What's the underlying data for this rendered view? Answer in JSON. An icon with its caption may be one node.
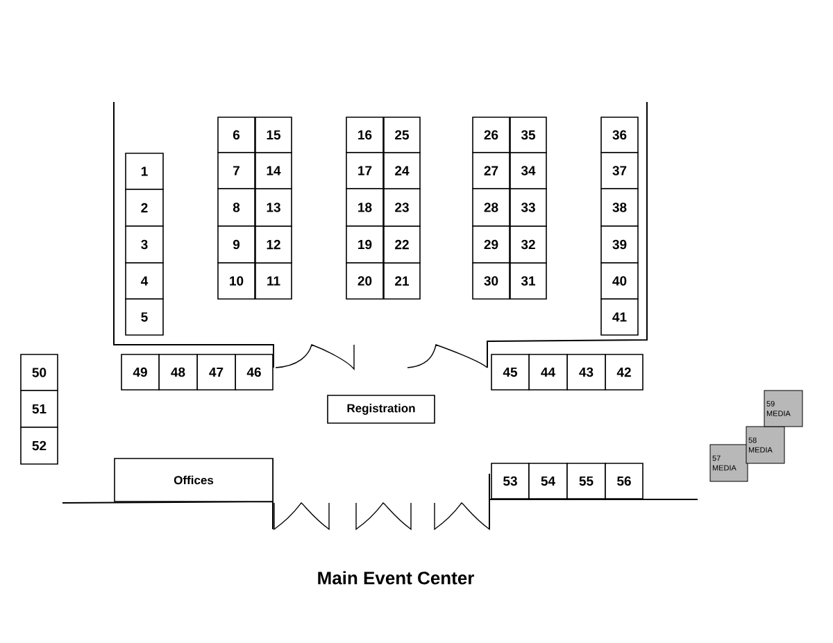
{
  "diagram": {
    "title": "Main Event Center",
    "nodes": [
      {
        "text": [
          "1"
        ]
      },
      {
        "text": [
          "2"
        ]
      },
      {
        "text": [
          "3"
        ]
      },
      {
        "text": [
          "4"
        ]
      },
      {
        "text": [
          "5"
        ]
      },
      {
        "text": [
          "6"
        ]
      },
      {
        "text": [
          "7"
        ]
      },
      {
        "text": [
          "8"
        ]
      },
      {
        "text": [
          "9"
        ]
      },
      {
        "text": [
          "10"
        ]
      },
      {
        "text": [
          "11"
        ]
      },
      {
        "text": [
          "12"
        ]
      },
      {
        "text": [
          "13"
        ]
      },
      {
        "text": [
          "14"
        ]
      },
      {
        "text": [
          "15"
        ]
      },
      {
        "text": [
          "16"
        ]
      },
      {
        "text": [
          "17"
        ]
      },
      {
        "text": [
          "18"
        ]
      },
      {
        "text": [
          "19"
        ]
      },
      {
        "text": [
          "20"
        ]
      },
      {
        "text": [
          "21"
        ]
      },
      {
        "text": [
          "22"
        ]
      },
      {
        "text": [
          "23"
        ]
      },
      {
        "text": [
          "24"
        ]
      },
      {
        "text": [
          "25"
        ]
      },
      {
        "text": [
          "26"
        ]
      },
      {
        "text": [
          "27"
        ]
      },
      {
        "text": [
          "28"
        ]
      },
      {
        "text": [
          "29"
        ]
      },
      {
        "text": [
          "30"
        ]
      },
      {
        "text": [
          "31"
        ]
      },
      {
        "text": [
          "32"
        ]
      },
      {
        "text": [
          "33"
        ]
      },
      {
        "text": [
          "34"
        ]
      },
      {
        "text": [
          "35"
        ]
      },
      {
        "text": [
          "36"
        ]
      },
      {
        "text": [
          "37"
        ]
      },
      {
        "text": [
          "38"
        ]
      },
      {
        "text": [
          "39"
        ]
      },
      {
        "text": [
          "40"
        ]
      },
      {
        "text": [
          "41"
        ]
      },
      {
        "text": [
          "42"
        ]
      },
      {
        "text": [
          "43"
        ]
      },
      {
        "text": [
          "44"
        ]
      },
      {
        "text": [
          "45"
        ]
      },
      {
        "text": [
          "46"
        ]
      },
      {
        "text": [
          "47"
        ]
      },
      {
        "text": [
          "48"
        ]
      },
      {
        "text": [
          "49"
        ]
      },
      {
        "text": [
          "50"
        ]
      },
      {
        "text": [
          "51"
        ]
      },
      {
        "text": [
          "52"
        ]
      },
      {
        "text": [
          "53"
        ]
      },
      {
        "text": [
          "54"
        ]
      },
      {
        "text": [
          "55"
        ]
      },
      {
        "text": [
          "56"
        ]
      },
      {
        "text": [
          "57 MEDIA"
        ]
      },
      {
        "text": [
          "58 MEDIA"
        ]
      },
      {
        "text": [
          "59 MEDIA"
        ]
      },
      {
        "text": [
          "Registration"
        ]
      },
      {
        "text": [
          "Offices"
        ]
      }
    ],
    "edges": []
  }
}
